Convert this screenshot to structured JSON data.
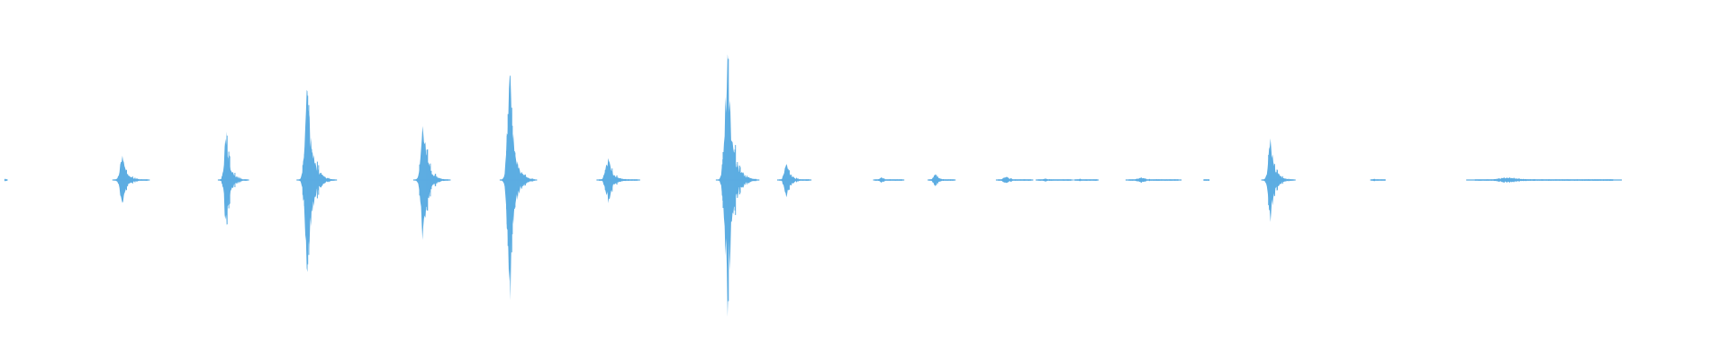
{
  "waveform": {
    "color": "#5dade2",
    "amplitude_scale": "peak-normalized",
    "bursts": [
      {
        "t": 0.003,
        "peak": 0.01,
        "width": 0.001
      },
      {
        "t": 0.071,
        "peak": 0.18,
        "width": 0.012
      },
      {
        "t": 0.131,
        "peak": 0.37,
        "width": 0.01
      },
      {
        "t": 0.178,
        "peak": 0.72,
        "width": 0.013
      },
      {
        "t": 0.245,
        "peak": 0.45,
        "width": 0.012
      },
      {
        "t": 0.295,
        "peak": 0.8,
        "width": 0.012
      },
      {
        "t": 0.352,
        "peak": 0.15,
        "width": 0.014
      },
      {
        "t": 0.421,
        "peak": 0.88,
        "width": 0.014
      },
      {
        "t": 0.455,
        "peak": 0.13,
        "width": 0.011
      },
      {
        "t": 0.51,
        "peak": 0.02,
        "width": 0.01
      },
      {
        "t": 0.541,
        "peak": 0.05,
        "width": 0.009
      },
      {
        "t": 0.582,
        "peak": 0.03,
        "width": 0.012
      },
      {
        "t": 0.605,
        "peak": 0.01,
        "width": 0.012
      },
      {
        "t": 0.625,
        "peak": 0.01,
        "width": 0.008
      },
      {
        "t": 0.66,
        "peak": 0.02,
        "width": 0.018
      },
      {
        "t": 0.697,
        "peak": 0.005,
        "width": 0.002
      },
      {
        "t": 0.735,
        "peak": 0.33,
        "width": 0.011
      },
      {
        "t": 0.795,
        "peak": 0.01,
        "width": 0.005
      },
      {
        "t": 0.873,
        "peak": 0.02,
        "width": 0.05
      }
    ]
  }
}
